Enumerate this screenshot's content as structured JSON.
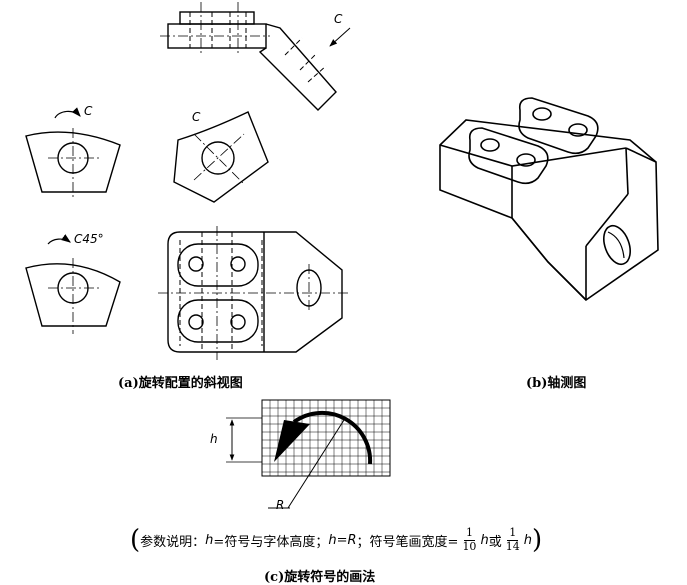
{
  "captions": {
    "a": "(a)旋转配置的斜视图",
    "b": "(b)轴测图",
    "c": "(c)旋转符号的画法"
  },
  "labels": {
    "direction_c_top": "C",
    "view_c_arrow": "C",
    "view_c_rotated": "C",
    "view_c45": "C45°",
    "height_h": "h",
    "radius_r": "R"
  },
  "note": {
    "prefix": "参数说明：",
    "h_var": "h",
    "part1": "=符号与字体高度；",
    "h_var2": "h",
    "part2": "=",
    "r_var": "R",
    "part3": "；符号笔画宽度=",
    "frac1_num": "1",
    "frac1_den": "10",
    "h_var3": "h",
    "or": "或",
    "frac2_num": "1",
    "frac2_den": "14",
    "h_var4": "h"
  }
}
